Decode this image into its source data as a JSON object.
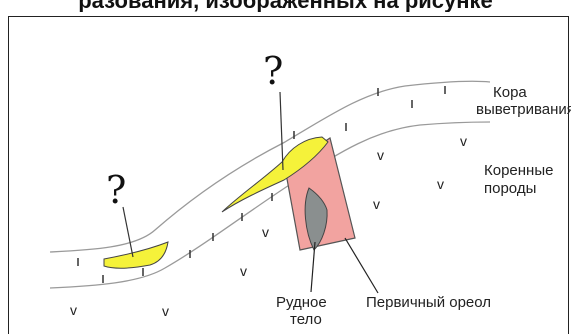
{
  "header": {
    "text": "разования, изображенных на рисунке"
  },
  "labels": {
    "weathering_crust_line1": "Кора",
    "weathering_crust_line2": "выветривания",
    "bedrock_line1": "Коренные",
    "bedrock_line2": "породы",
    "ore_body_line1": "Рудное",
    "ore_body_line2": "тело",
    "primary_halo": "Первичный ореол",
    "question_mark": "?"
  },
  "colors": {
    "deposit_yellow": "#f5f23a",
    "halo_pink": "#f2a3a0",
    "ore_gray": "#8a8f8f",
    "line": "#9a9a9a",
    "text": "#222222"
  }
}
